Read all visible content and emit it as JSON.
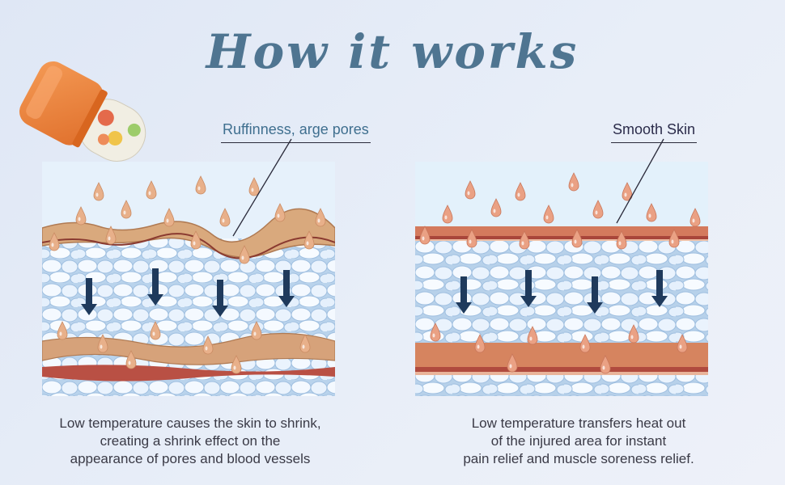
{
  "header": {
    "title": "How it works"
  },
  "callouts": {
    "left": "Ruffinness, arge pores",
    "right": "Smooth Skin"
  },
  "captions": {
    "left": [
      "Low temperature causes the skin to shrink,",
      "creating a shrink effect on the",
      "appearance of pores and blood vessels"
    ],
    "right": [
      "Low temperature transfers heat out",
      "of the injured area for instant",
      "pain relief and muscle soreness relief."
    ]
  },
  "colors": {
    "title": "#4f7591",
    "skin_left": "#d9a97d",
    "skin_right": "#d47a5d",
    "droplet": "#e6ad84",
    "arrow": "#1f3a5c",
    "cells": "#cfe0f2"
  },
  "icons": [
    "ice-roller-product",
    "down-arrow-icon",
    "droplet-icon"
  ]
}
